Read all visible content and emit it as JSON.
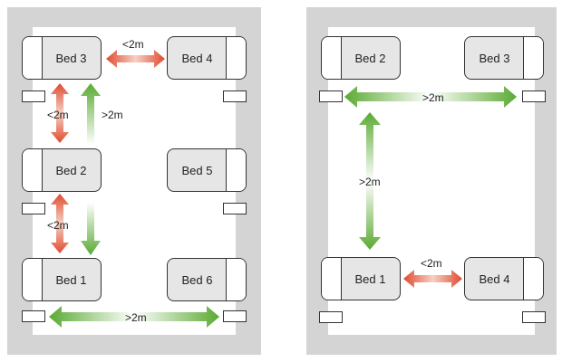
{
  "layouts": [
    {
      "beds": [
        {
          "id": "bed-3",
          "label": "Bed 3"
        },
        {
          "id": "bed-4",
          "label": "Bed 4"
        },
        {
          "id": "bed-2",
          "label": "Bed 2"
        },
        {
          "id": "bed-5",
          "label": "Bed 5"
        },
        {
          "id": "bed-1",
          "label": "Bed 1"
        },
        {
          "id": "bed-6",
          "label": "Bed 6"
        }
      ],
      "distances": [
        {
          "between": "Bed 3 - Bed 4",
          "label": "<2m",
          "status": "too-close"
        },
        {
          "between": "Bed 3 - Bed 2",
          "label": "<2m",
          "status": "too-close"
        },
        {
          "between": "Bed 3 - Bed 2",
          "label": ">2m",
          "status": "ok"
        },
        {
          "between": "Bed 2 - Bed 1",
          "label": "<2m",
          "status": "too-close"
        },
        {
          "between": "Bed 1 - Bed 6",
          "label": ">2m",
          "status": "ok"
        }
      ]
    },
    {
      "beds": [
        {
          "id": "bed-2",
          "label": "Bed 2"
        },
        {
          "id": "bed-3",
          "label": "Bed 3"
        },
        {
          "id": "bed-1",
          "label": "Bed 1"
        },
        {
          "id": "bed-4",
          "label": "Bed 4"
        }
      ],
      "distances": [
        {
          "between": "Bed 2 - Bed 3",
          "label": ">2m",
          "status": "ok"
        },
        {
          "between": "Bed 2 - Bed 1",
          "label": ">2m",
          "status": "ok"
        },
        {
          "between": "Bed 1 - Bed 4",
          "label": "<2m",
          "status": "too-close"
        }
      ]
    }
  ],
  "colors": {
    "ok": "#5aaa32",
    "too_close": "#e04a2e",
    "room_wall": "#d4d4d4",
    "bed_fill": "#e6e6e6"
  }
}
